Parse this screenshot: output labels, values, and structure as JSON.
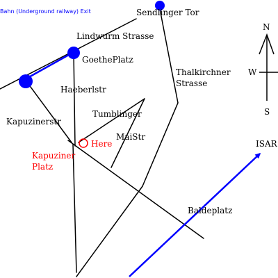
{
  "map": {
    "legend": {
      "text": "Bahn (Underground railway) Exit"
    },
    "stations": {
      "sendlinger_tor": "Sendlinger Tor",
      "goetheplatz": "GoethePlatz"
    },
    "streets": {
      "lindwurm": "Lindwurm Strasse",
      "haeberlstr": "Haeberlstr",
      "tumblinger": "Tumblinger",
      "maistr": "MaiStr",
      "kapuzinerstr": "Kapuzinerstr",
      "thalkirchner_line1": "Thalkirchner",
      "thalkirchner_line2": "Strasse",
      "baldeplatz": "Baldeplatz"
    },
    "places": {
      "kapuziner_line1": "Kapuziner",
      "kapuziner_line2": "Platz",
      "here": "Here"
    },
    "river": {
      "label": "ISAR"
    },
    "compass": {
      "north": "N",
      "south": "S",
      "west": "W"
    },
    "colors": {
      "marker": "#ff0000",
      "station": "#0000ff",
      "river": "#0000ff",
      "streets": "#000000"
    }
  }
}
